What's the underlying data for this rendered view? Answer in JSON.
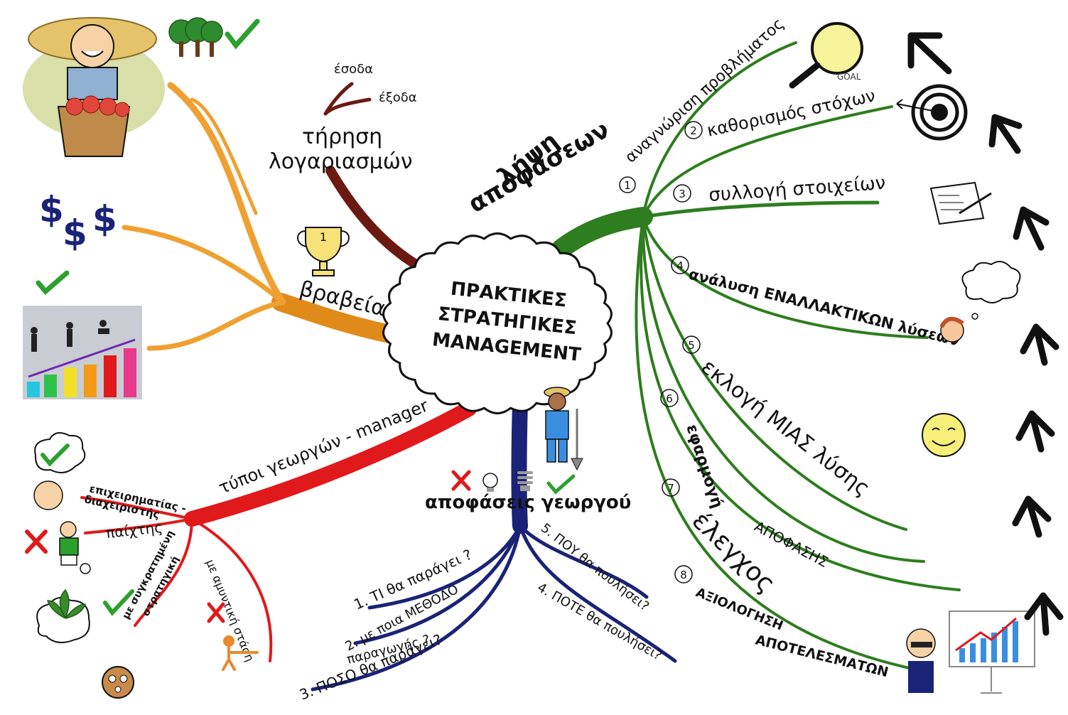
{
  "center": {
    "line1": "ΠΡΑΚΤΙΚΕΣ",
    "line2": "ΣΤΡΑΤΗΓΙΚΕΣ",
    "line3": "MANAGEMENT"
  },
  "awards": {
    "title": "βραβεία",
    "trophy_number": "1",
    "dollar_a": "$",
    "dollar_b": "$",
    "dollar_c": "$",
    "colors": {
      "branch": "#f0a030",
      "trunk": "#e08a1a"
    }
  },
  "accounts": {
    "title_line1": "τήρηση",
    "title_line2": "λογαριασμών",
    "income": "έσοδα",
    "expense": "έξοδα",
    "colors": {
      "branch": "#6b1a12"
    }
  },
  "decisions": {
    "title_line1": "λήψη",
    "title_line2": "αποφάσεων",
    "colors": {
      "branch": "#2e7d1e"
    },
    "steps": [
      {
        "num": "1",
        "label": "αναγνώριση προβλήματος"
      },
      {
        "num": "2",
        "label": "καθορισμός στόχων"
      },
      {
        "num": "3",
        "label": "συλλογή στοιχείων"
      },
      {
        "num": "4",
        "label": "ανάλυση ΕΝΑΛΛΑΚΤΙΚΩΝ λύσεων"
      },
      {
        "num": "5",
        "label": "εκλογή ΜΙΑΣ λύσης"
      },
      {
        "num": "6",
        "label_a": "εφαρμογή",
        "label_b": "ΑΠΟΦΑΣΗΣ"
      },
      {
        "num": "7",
        "label": "έλεγχος"
      },
      {
        "num": "8",
        "label_a": "ΑΞΙΟΛΟΓΗΣΗ",
        "label_b": "ΑΠΟΤΕΛΕΣΜΑΤΩΝ"
      }
    ],
    "goal_text": "GOAL"
  },
  "farmer_types": {
    "title": "τύποι γεωργών - manager",
    "colors": {
      "branch": "#e0191b"
    },
    "items": {
      "business_1": "επιχειρηματίας -",
      "business_2": "διαχειριστής",
      "player": "παίχτης",
      "focused_1": "με συγκρατημένη",
      "focused_2": "στρατηγική",
      "defensive": "με αμυντική στάση"
    }
  },
  "farmer_decisions": {
    "title": "αποφάσεις γεωργού",
    "colors": {
      "branch": "#1a2377"
    },
    "q1": "1. ΤΙ θα παράγει ?",
    "q2_line1": "2. με ποια ΜΕΘΟΔΟ",
    "q2_line2": "παραγωγής ?",
    "q3": "3. ΠΟΣΟ θα παράγει?",
    "q4": "4. ΠΟΤΕ θα πουλήσει?",
    "q5": "5. ΠΟΥ θα πουλήσει?"
  },
  "marks": {
    "check_color": "#2ca02c",
    "cross_color": "#e0191b",
    "arrow_color": "#111111"
  }
}
